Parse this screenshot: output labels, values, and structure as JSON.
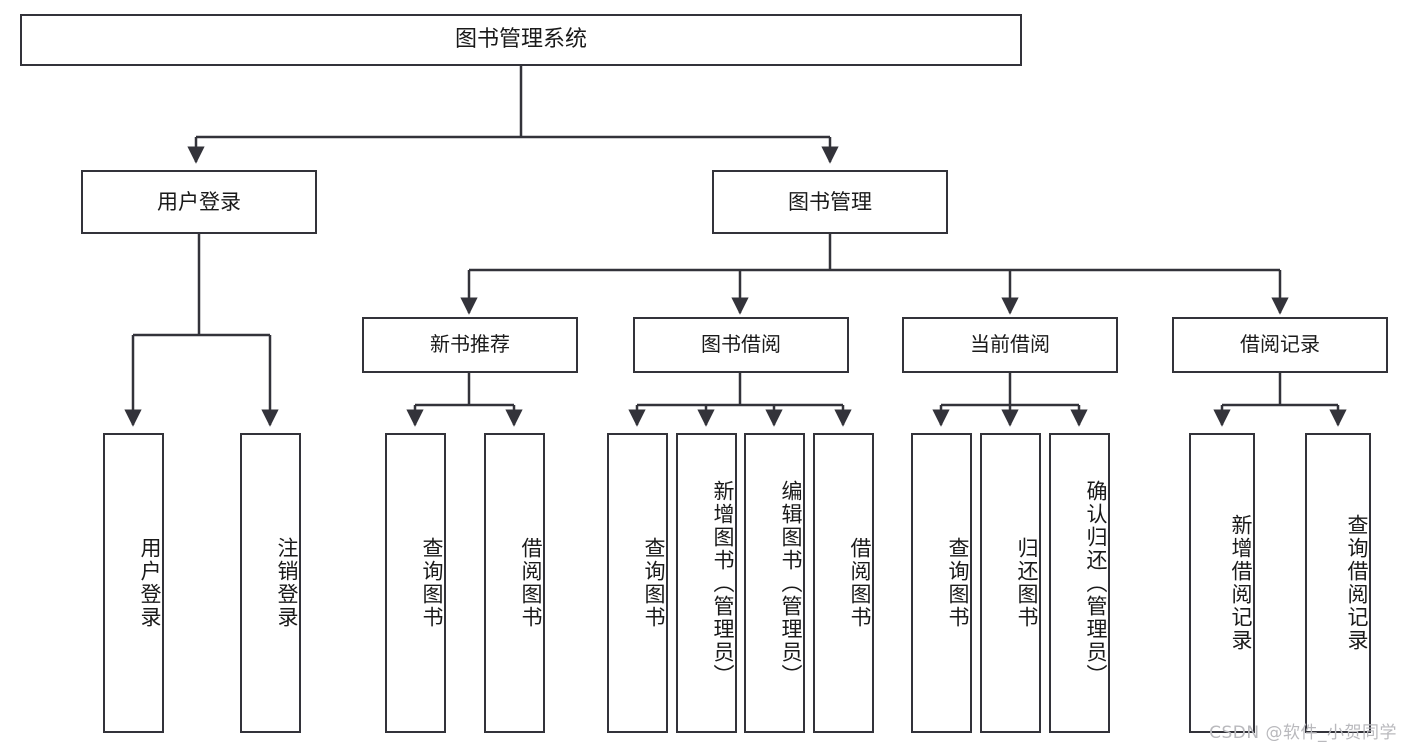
{
  "diagram": {
    "title": "图书管理系统",
    "type": "tree",
    "watermark": "CSDN @软件_小贺同学",
    "colors": {
      "box_border": "#33333a",
      "box_fill": "#ffffff",
      "edge": "#33333a",
      "text": "#1a1a1a",
      "watermark": "#b9b9bd"
    },
    "nodes": {
      "root": "图书管理系统",
      "user_login": "用户登录",
      "book_manage": "图书管理",
      "new_book_rec": "新书推荐",
      "book_borrow": "图书借阅",
      "current_borrow": "当前借阅",
      "borrow_record": "借阅记录",
      "leaf_user_login": "用户登录",
      "leaf_logout": "注销登录",
      "leaf_query_book_1": "查询图书",
      "leaf_borrow_book_1": "借阅图书",
      "leaf_query_book_2": "查询图书",
      "leaf_add_book": "新增图书（管理员）",
      "leaf_edit_book": "编辑图书（管理员）",
      "leaf_borrow_book_2": "借阅图书",
      "leaf_query_book_3": "查询图书",
      "leaf_return_book": "归还图书",
      "leaf_confirm_return": "确认归还（管理员）",
      "leaf_add_record": "新增借阅记录",
      "leaf_query_record": "查询借阅记录"
    },
    "edges": [
      {
        "from": "root",
        "to": "user_login"
      },
      {
        "from": "root",
        "to": "book_manage"
      },
      {
        "from": "user_login",
        "to": "leaf_user_login"
      },
      {
        "from": "user_login",
        "to": "leaf_logout"
      },
      {
        "from": "book_manage",
        "to": "new_book_rec"
      },
      {
        "from": "book_manage",
        "to": "book_borrow"
      },
      {
        "from": "book_manage",
        "to": "current_borrow"
      },
      {
        "from": "book_manage",
        "to": "borrow_record"
      },
      {
        "from": "new_book_rec",
        "to": "leaf_query_book_1"
      },
      {
        "from": "new_book_rec",
        "to": "leaf_borrow_book_1"
      },
      {
        "from": "book_borrow",
        "to": "leaf_query_book_2"
      },
      {
        "from": "book_borrow",
        "to": "leaf_add_book"
      },
      {
        "from": "book_borrow",
        "to": "leaf_edit_book"
      },
      {
        "from": "book_borrow",
        "to": "leaf_borrow_book_2"
      },
      {
        "from": "current_borrow",
        "to": "leaf_query_book_3"
      },
      {
        "from": "current_borrow",
        "to": "leaf_return_book"
      },
      {
        "from": "current_borrow",
        "to": "leaf_confirm_return"
      },
      {
        "from": "borrow_record",
        "to": "leaf_add_record"
      },
      {
        "from": "borrow_record",
        "to": "leaf_query_record"
      }
    ]
  }
}
